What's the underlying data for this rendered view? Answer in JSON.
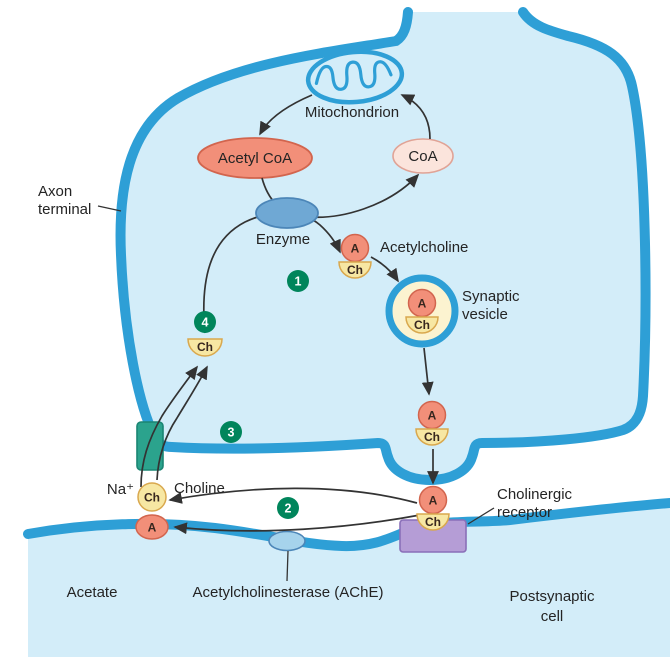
{
  "labels": {
    "axon_terminal": [
      "Axon",
      "terminal"
    ],
    "mitochondrion": "Mitochondrion",
    "acetyl_coa": "Acetyl CoA",
    "coa": "CoA",
    "enzyme": "Enzyme",
    "acetylcholine": "Acetylcholine",
    "synaptic_vesicle": [
      "Synaptic",
      "vesicle"
    ],
    "na": "Na⁺",
    "choline": "Choline",
    "acetate": "Acetate",
    "ache": "Acetylcholinesterase (AChE)",
    "cholinergic_receptor": [
      "Cholinergic",
      "receptor"
    ],
    "postsynaptic_cell": [
      "Postsynaptic",
      "cell"
    ]
  },
  "tokens": {
    "a": "A",
    "ch": "Ch"
  },
  "steps": {
    "s1": "1",
    "s2": "2",
    "s3": "3",
    "s4": "4"
  },
  "colors": {
    "membrane": "#2E9FD6",
    "cytoplasm": "#D3EDF9",
    "acetyl_token": "#F28F79",
    "choline_token": "#F7E7A3",
    "coa_shape": "#FBE4DC",
    "enzyme_shape": "#6FA8D4",
    "ache_shape": "#A6D3EC",
    "vesicle_lumen": "#FCF3D0",
    "step_badge": "#00855B",
    "transporter": "#2BA38D",
    "receptor": "#B59DD6",
    "arrow": "#333333"
  }
}
